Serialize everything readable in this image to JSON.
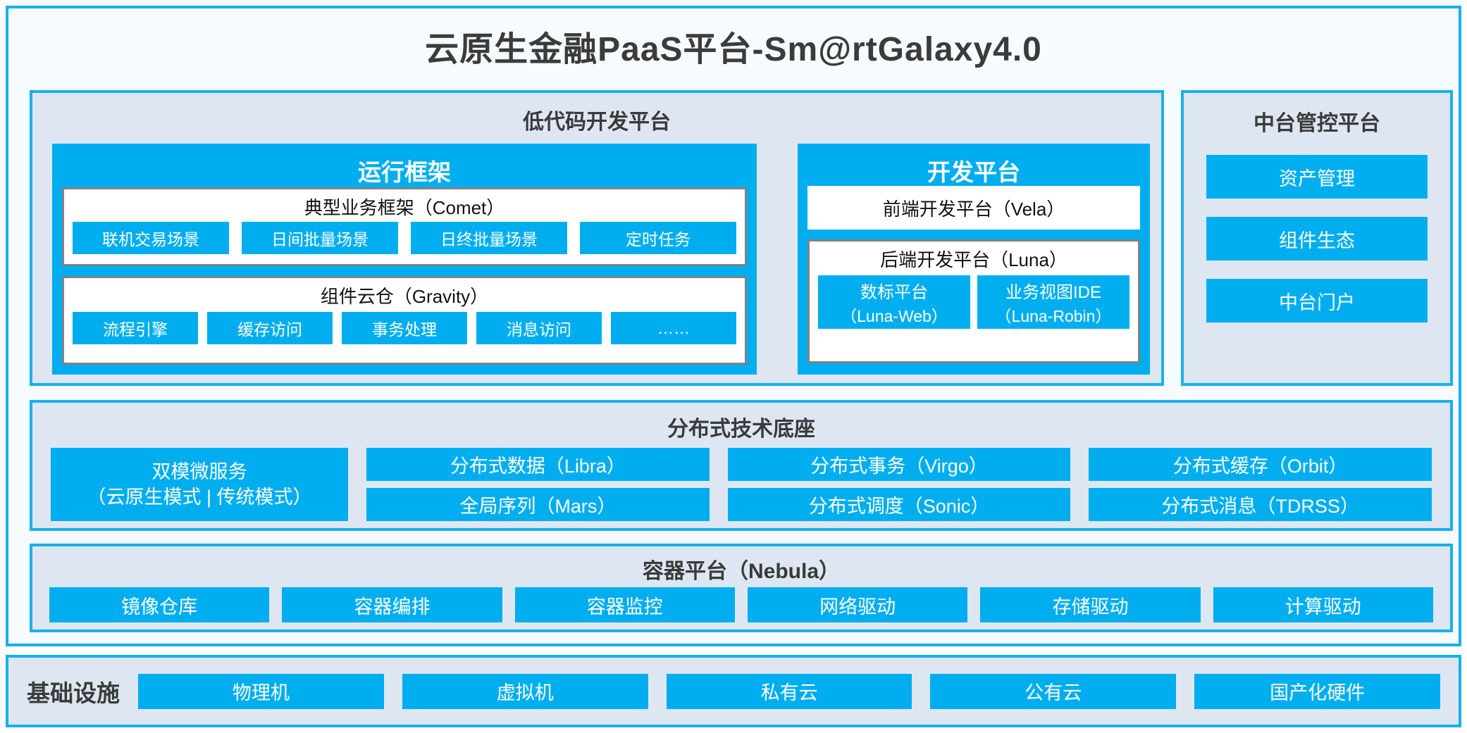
{
  "app": {
    "title": "云原生金融PaaS平台-Sm@rtGalaxy4.0"
  },
  "colors": {
    "accent_blue": "#00AEEF",
    "panel_bg": "#DEE6F1",
    "panel_border": "#18B0EC",
    "card_bg": "#F5FBFE",
    "inner_border_gray": "#808285",
    "title_text": "#3B3B3B"
  },
  "lowcode": {
    "title": "低代码开发平台",
    "runtime": {
      "header": "运行框架",
      "comet": {
        "title": "典型业务框架（Comet）",
        "chips": [
          "联机交易场景",
          "日间批量场景",
          "日终批量场景",
          "定时任务"
        ]
      },
      "gravity": {
        "title": "组件云仓（Gravity）",
        "chips": [
          "流程引擎",
          "缓存访问",
          "事务处理",
          "消息访问",
          "……"
        ]
      }
    },
    "dev": {
      "header": "开发平台",
      "frontend": "前端开发平台（Vela）",
      "backend": {
        "title": "后端开发平台（Luna）",
        "chips": [
          {
            "line1": "数标平台",
            "line2": "（Luna-Web）"
          },
          {
            "line1": "业务视图IDE",
            "line2": "（Luna-Robin）"
          }
        ]
      }
    }
  },
  "midplatform": {
    "title": "中台管控平台",
    "items": [
      "资产管理",
      "组件生态",
      "中台门户"
    ]
  },
  "techbase": {
    "title": "分布式技术底座",
    "dualmode": {
      "line1": "双模微服务",
      "line2": "（云原生模式 | 传统模式）"
    },
    "columns": [
      [
        "分布式数据（Libra）",
        "全局序列（Mars）"
      ],
      [
        "分布式事务（Virgo）",
        "分布式调度（Sonic）"
      ],
      [
        "分布式缓存（Orbit）",
        "分布式消息（TDRSS）"
      ]
    ]
  },
  "container": {
    "title": "容器平台（Nebula）",
    "chips": [
      "镜像仓库",
      "容器编排",
      "容器监控",
      "网络驱动",
      "存储驱动",
      "计算驱动"
    ]
  },
  "infrastructure": {
    "label": "基础设施",
    "chips": [
      "物理机",
      "虚拟机",
      "私有云",
      "公有云",
      "国产化硬件"
    ]
  }
}
